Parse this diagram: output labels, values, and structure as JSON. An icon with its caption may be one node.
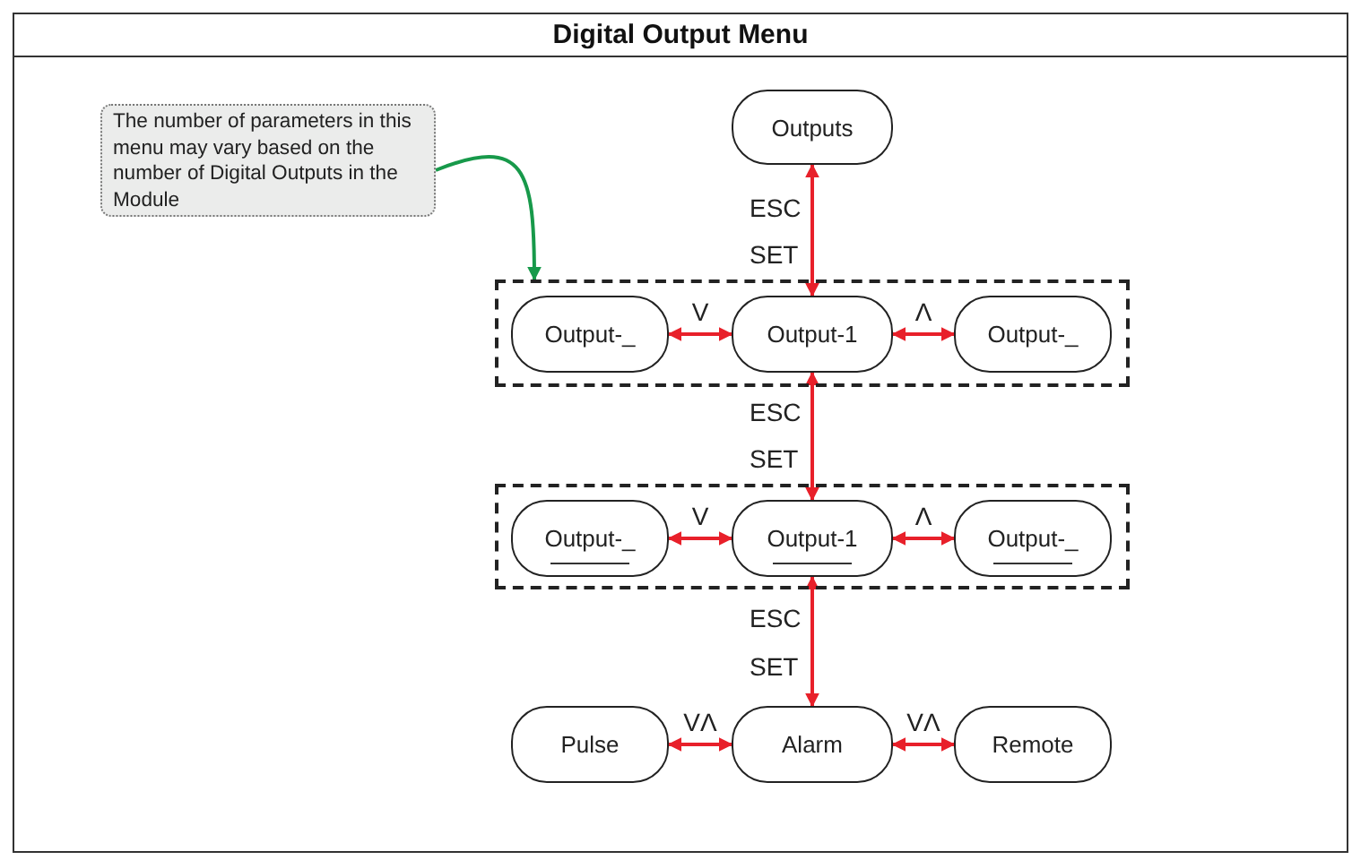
{
  "diagram": {
    "title": "Digital Output Menu",
    "nodes": [
      {
        "text": [
          "The number of parameters in this menu may vary based on the number of Digital Outputs in the Module"
        ]
      },
      {
        "text": [
          "Outputs"
        ]
      },
      {
        "text": [],
        "shape": "box"
      },
      {
        "text": [
          "Output-_"
        ],
        "in": 2
      },
      {
        "text": [
          "Output-1"
        ],
        "in": 2
      },
      {
        "text": [
          "Output-_"
        ],
        "in": 2
      },
      {
        "text": [],
        "shape": "box"
      },
      {
        "text": [
          "Output-_"
        ],
        "in": 6
      },
      {
        "text": [
          "Output-1"
        ],
        "in": 6
      },
      {
        "text": [
          "Output-_"
        ],
        "in": 6
      },
      {
        "text": [
          "Pulse"
        ]
      },
      {
        "text": [
          "Alarm"
        ]
      },
      {
        "text": [
          "Remote"
        ]
      }
    ],
    "edges": [
      {
        "from": 0,
        "to": 2,
        "arrow": "to",
        "color": "#17994a"
      },
      {
        "from": 1,
        "to": 4,
        "arrow": "both"
      },
      {
        "from": 3,
        "to": 4,
        "arrow": "both",
        "label": "V"
      },
      {
        "from": 4,
        "to": 5,
        "arrow": "both",
        "label": "Λ"
      },
      {
        "from": 4,
        "to": 8,
        "arrow": "both"
      },
      {
        "from": 7,
        "to": 8,
        "arrow": "both",
        "label": "V"
      },
      {
        "from": 8,
        "to": 9,
        "arrow": "both",
        "label": "Λ"
      },
      {
        "from": 8,
        "to": 11,
        "arrow": "both"
      },
      {
        "from": 10,
        "to": 11,
        "arrow": "both",
        "label": "VΛ"
      },
      {
        "from": 11,
        "to": 12,
        "arrow": "both",
        "label": "VΛ"
      }
    ],
    "labels": [
      "ESC",
      "SET",
      "ESC",
      "SET",
      "ESC",
      "SET"
    ]
  }
}
